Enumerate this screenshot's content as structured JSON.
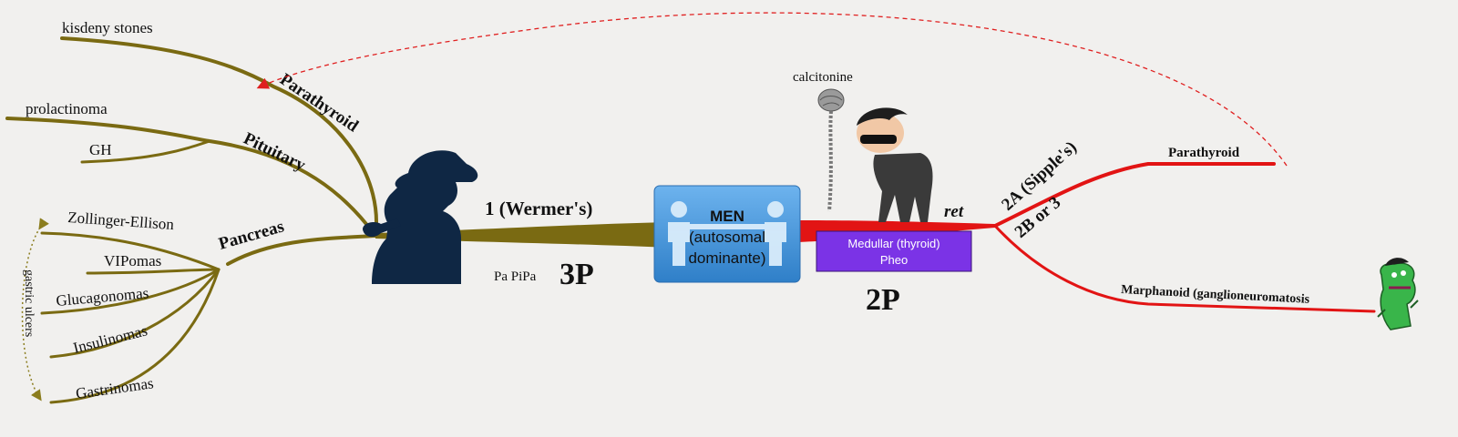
{
  "central_node": {
    "label": "MEN (autosomal dominante)",
    "lines": [
      "MEN",
      "(autosomal",
      "dominante)"
    ]
  },
  "men1": {
    "branch_label": "1 (Wermer's)",
    "mnemonic_small": "Pa PiPa",
    "mnemonic_big": "3P",
    "organs": [
      {
        "label": "Parathyroid",
        "children": [
          "kisdeny stones"
        ]
      },
      {
        "label": "Pituitary",
        "children": [
          "prolactinoma",
          "GH"
        ]
      },
      {
        "label": "Pancreas",
        "children": [
          "Zollinger-Ellison",
          "VIPomas",
          "Glucagonomas",
          "Insulinomas",
          "Gastrinomas"
        ]
      }
    ],
    "side_note": "gastric ulcers"
  },
  "men2": {
    "gene_label": "ret",
    "hormone_label": "calcitonine",
    "box_lines": [
      "Medullar (thyroid)",
      "Pheo"
    ],
    "mnemonic_big": "2P",
    "sub_2a": {
      "label": "2A (Sipple's)",
      "child": "Parathyroid"
    },
    "sub_2b": {
      "label": "2B or 3",
      "child": "Marphanoid (ganglioneuromatosis"
    }
  },
  "colors": {
    "men1_branch": "#7a6a12",
    "men2_branch": "#e21414",
    "node_blue": "#3e8fd6",
    "box_purple": "#7b33e6",
    "silhouette": "#0f2744",
    "link_dashed": "#e02020",
    "gastric_arrow": "#8b7d1e"
  },
  "icons": [
    "detective-silhouette-icon",
    "thief-character-icon",
    "brain-spine-icon",
    "green-monster-icon"
  ]
}
